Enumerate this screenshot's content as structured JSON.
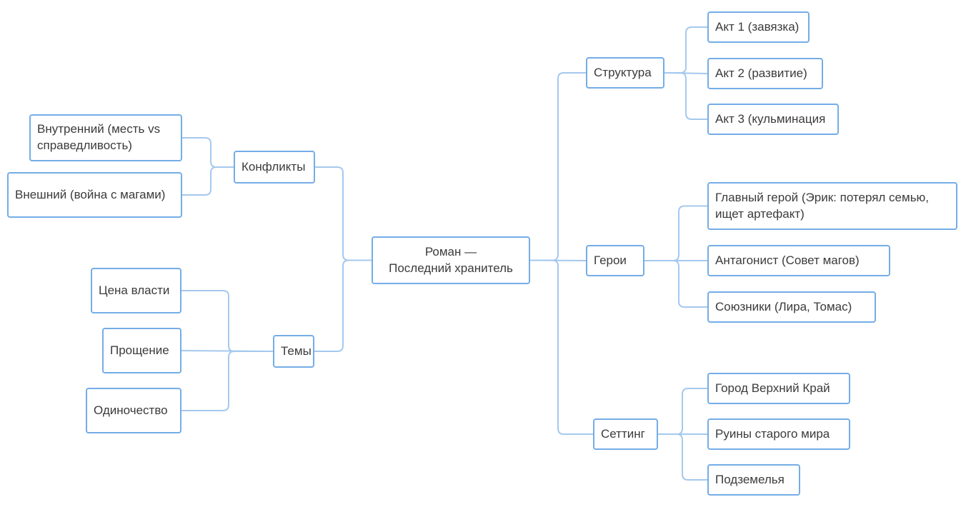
{
  "colors": {
    "node_border": "#74ade6",
    "connector": "#a5c9ee",
    "text": "#3b3b3b",
    "background": "#ffffff"
  },
  "nodes": {
    "root": {
      "label": "Роман —\nПоследний хранитель"
    },
    "conflicts": {
      "label": "Конфликты"
    },
    "internal": {
      "label": "Внутренний (месть vs\nсправедливость)"
    },
    "external": {
      "label": "Внешний (война с магами)"
    },
    "themes": {
      "label": "Темы"
    },
    "power": {
      "label": "Цена власти"
    },
    "forgiveness": {
      "label": "Прощение"
    },
    "loneliness": {
      "label": "Одиночество"
    },
    "structure": {
      "label": "Структура"
    },
    "act1": {
      "label": "Акт 1 (завязка)"
    },
    "act2": {
      "label": "Акт 2 (развитие)"
    },
    "act3": {
      "label": "Акт 3 (кульминация"
    },
    "heroes": {
      "label": "Герои"
    },
    "protagonist": {
      "label": "Главный герой (Эрик: потерял семью,\nищет артефакт)"
    },
    "antagonist": {
      "label": "Антагонист (Совет магов)"
    },
    "allies": {
      "label": "Союзники (Лира, Томас)"
    },
    "setting": {
      "label": "Сеттинг"
    },
    "city": {
      "label": "Город Верхний Край"
    },
    "ruins": {
      "label": "Руины старого мира"
    },
    "dungeons": {
      "label": "Подземелья"
    }
  }
}
